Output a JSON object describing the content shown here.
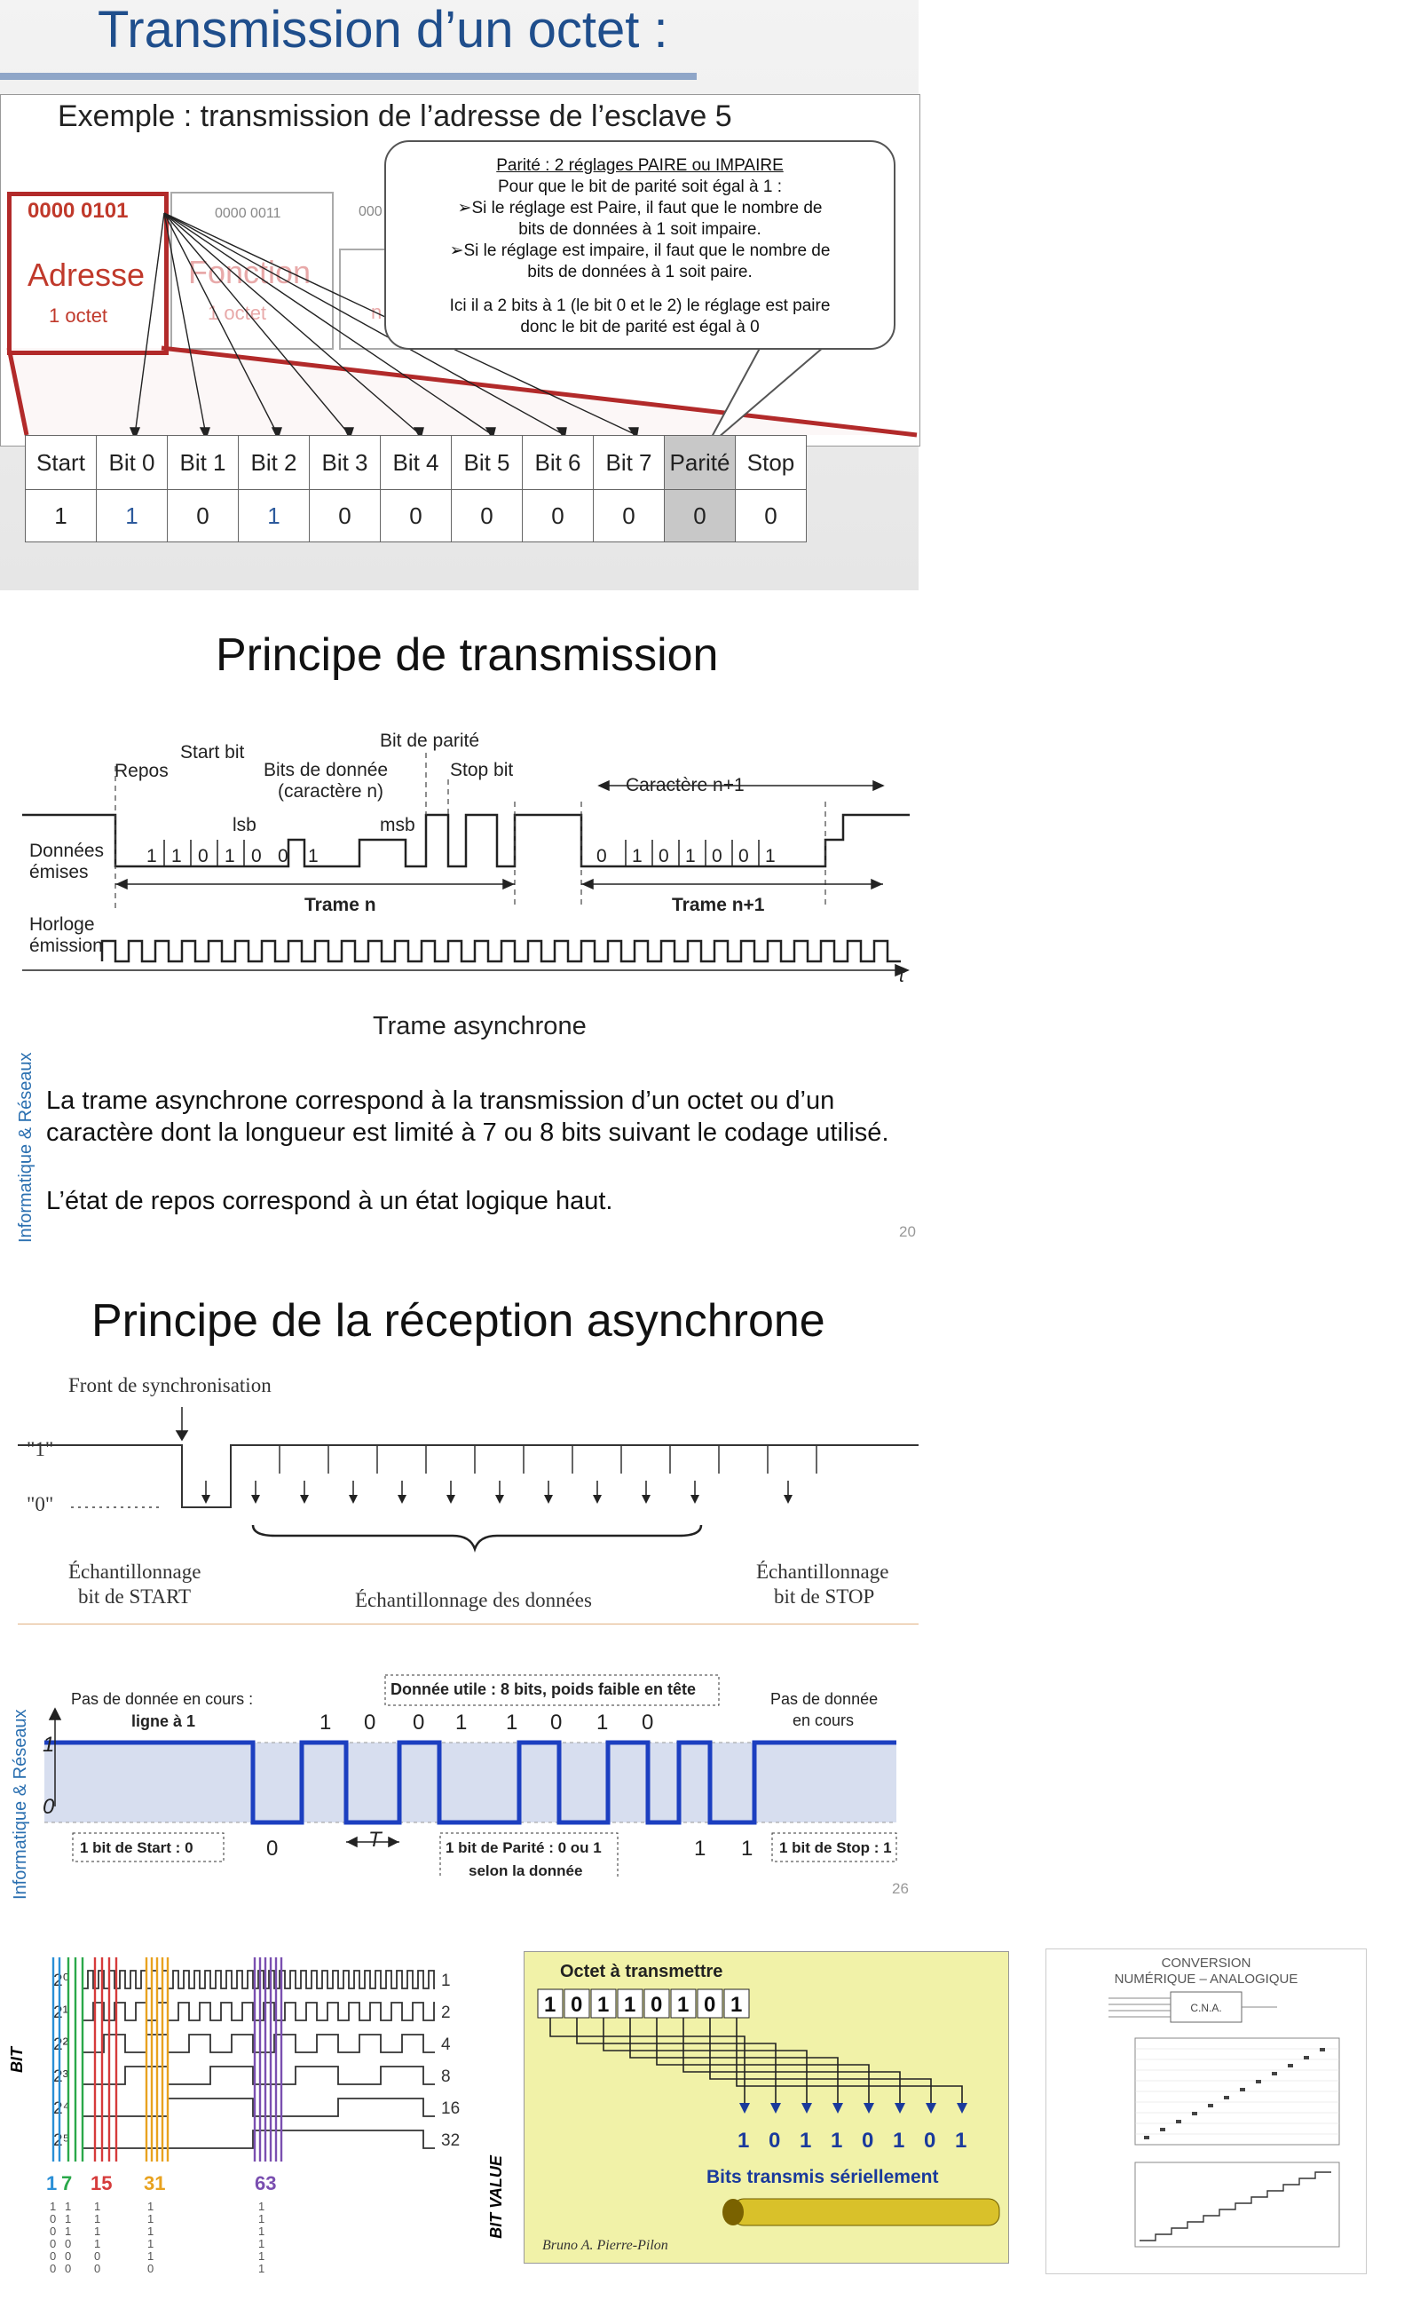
{
  "slide1": {
    "title": "Transmission d’un octet :",
    "example": "Exemple : transmission de l’adresse de l’esclave 5",
    "address_bits": "0000 0101",
    "function_bits": "0000 0011",
    "truncated_bits": "000",
    "address_label": "Adresse",
    "function_label": "Fonction",
    "address_size": "1 octet",
    "function_size": "1 octet",
    "truncated_n": "n",
    "bubble": {
      "title": "Parité : 2 réglages PAIRE ou IMPAIRE",
      "line1": "Pour que le bit de parité soit égal à 1 :",
      "line2": "➢Si le réglage est Paire, il faut que le nombre de",
      "line3": "bits de données à 1 soit impaire.",
      "line4": "➢Si le réglage est impaire, il faut que le nombre de",
      "line5": "bits de données à 1 soit paire.",
      "line6": "Ici il a 2 bits à 1 (le bit 0 et le 2) le réglage est paire",
      "line7": "donc le bit de parité est égal à 0"
    },
    "table": {
      "headers": [
        "Start",
        "Bit 0",
        "Bit 1",
        "Bit 2",
        "Bit 3",
        "Bit 4",
        "Bit 5",
        "Bit 6",
        "Bit 7",
        "Parité",
        "Stop"
      ],
      "values": [
        "1",
        "1",
        "0",
        "1",
        "0",
        "0",
        "0",
        "0",
        "0",
        "0",
        "0"
      ]
    }
  },
  "slide2": {
    "title": "Principe de transmission",
    "diagram": {
      "repos": "Repos",
      "start_bit": "Start bit",
      "data_bits": "Bits de donnée",
      "char_n": "(caractère n)",
      "parity_bit": "Bit de parité",
      "stop_bit": "Stop bit",
      "char_n1": "Caractère n+1",
      "lsb": "lsb",
      "msb": "msb",
      "donnees": "Données",
      "emises": "émises",
      "horloge": "Horloge",
      "emission": "émission",
      "trame_n": "Trame n",
      "trame_n1": "Trame n+1",
      "t": "t",
      "bits_n": [
        "1",
        "1",
        "0",
        "1",
        "0",
        "0",
        "1"
      ],
      "bits_n1": [
        "0",
        "1",
        "0",
        "1",
        "0",
        "0",
        "1"
      ]
    },
    "caption": "Trame asynchrone",
    "para1": "La trame asynchrone correspond à la transmission d’un octet ou d’un caractère dont la longueur est limité à 7 ou 8 bits suivant le codage utilisé.",
    "para2": "L’état de repos correspond à un état logique haut.",
    "side": "Informatique & Réseaux",
    "page": "20"
  },
  "slide3": {
    "title": "Principe de la réception asynchrone",
    "diagram": {
      "front": "Front de synchronisation",
      "one": "\"1\"",
      "zero": "\"0\"",
      "ech_start_1": "Échantillonnage",
      "ech_start_2": "bit de START",
      "ech_data": "Échantillonnage des données",
      "ech_stop_1": "Échantillonnage",
      "ech_stop_2": "bit de STOP"
    },
    "diagram2": {
      "pas_donnee": "Pas de donnée en cours :",
      "ligne": "ligne à 1",
      "donnee_utile": "Donnée utile : 8 bits, poids faible en tête",
      "pas_donnee_r1": "Pas de donnée",
      "pas_donnee_r2": "en cours",
      "bits": [
        "1",
        "0",
        "0",
        "1",
        "1",
        "0",
        "1",
        "0"
      ],
      "y1": "1",
      "y0": "0",
      "start": "1 bit de Start : 0",
      "zero_lbl": "0",
      "T": "T",
      "parite1": "1 bit de Parité : 0 ou 1",
      "parite2": "selon la donnée",
      "one_a": "1",
      "one_b": "1",
      "stop": "1 bit de Stop : 1"
    },
    "side": "Informatique & Réseaux",
    "page": "26"
  },
  "bottom": {
    "bit_axis": "BIT",
    "bit_value_axis": "BIT VALUE",
    "powers": [
      "2⁰",
      "2¹",
      "2²",
      "2³",
      "2⁴",
      "2⁵"
    ],
    "values_right": [
      "1",
      "2",
      "4",
      "8",
      "16",
      "32"
    ],
    "sums": [
      "1",
      "7",
      "15",
      "31",
      "63"
    ],
    "sum_colors": [
      "#2a8fd6",
      "#2aa84a",
      "#d63b3b",
      "#e8a21f",
      "#7a4fb0"
    ],
    "octet_title": "Octet à transmettre",
    "octet_bits": [
      "1",
      "0",
      "1",
      "1",
      "0",
      "1",
      "0",
      "1"
    ],
    "serial_bits": [
      "1",
      "0",
      "1",
      "1",
      "0",
      "1",
      "0",
      "1"
    ],
    "serial_label": "Bits transmis sériellement",
    "signature": "Bruno A. Pierre-Pilon",
    "conv_title1": "CONVERSION",
    "conv_title2": "NUMÉRIQUE – ANALOGIQUE",
    "cna": "C.N.A."
  }
}
